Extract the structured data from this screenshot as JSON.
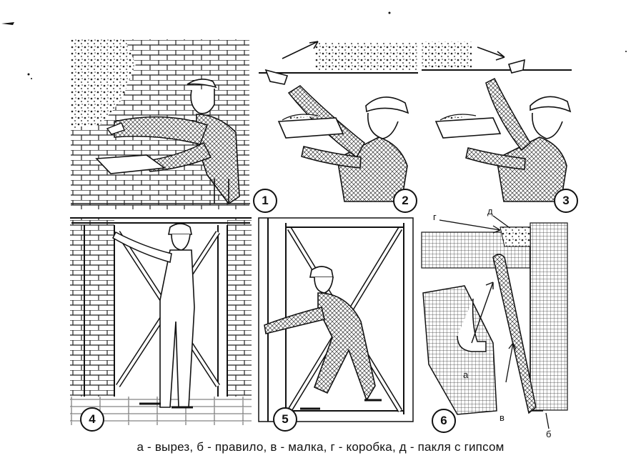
{
  "panels": [
    {
      "number": "1"
    },
    {
      "number": "2"
    },
    {
      "number": "3"
    },
    {
      "number": "4"
    },
    {
      "number": "5"
    },
    {
      "number": "6"
    }
  ],
  "detail_labels": {
    "a": "а",
    "b": "б",
    "v": "в",
    "g": "г",
    "d": "д"
  },
  "legend": "а - вырез, б - правило, в - малка, г - коробка, д - пакля с гипсом"
}
